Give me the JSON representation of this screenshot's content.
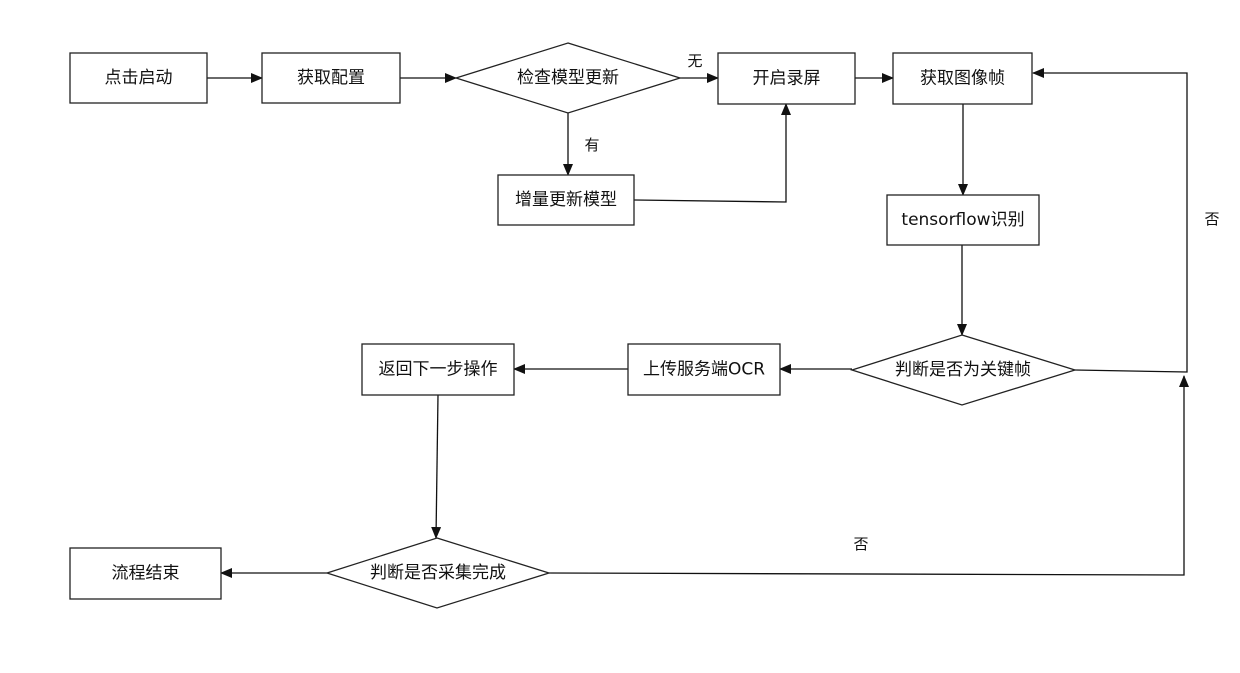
{
  "diagram": {
    "nodes": {
      "start": "点击启动",
      "get_config": "获取配置",
      "check_model": "检查模型更新",
      "incremental_update": "增量更新模型",
      "start_recording": "开启录屏",
      "get_frame": "获取图像帧",
      "tf_recognition": "tensorflow识别",
      "is_keyframe": "判断是否为关键帧",
      "upload_ocr": "上传服务端OCR",
      "return_next": "返回下一步操作",
      "is_collection_done": "判断是否采集完成",
      "end": "流程结束"
    },
    "edge_labels": {
      "no_update": "无",
      "has_update": "有",
      "not_keyframe": "否",
      "not_done": "否"
    }
  }
}
